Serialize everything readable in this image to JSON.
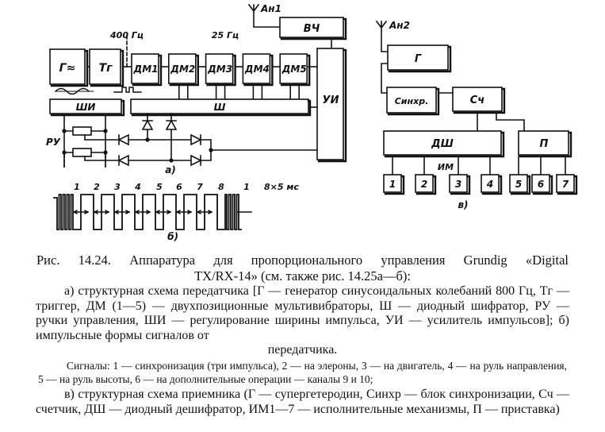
{
  "figure": {
    "transmitter": {
      "panel_label": "а)",
      "antenna_label": "Ан1",
      "blocks": {
        "generator": "Г≈",
        "trigger": "Тг",
        "multivibrators": [
          "ДМ1",
          "ДМ2",
          "ДМ3",
          "ДМ4",
          "ДМ5"
        ],
        "pulse_width": "ШИ",
        "encoder": "Ш",
        "amplifier": "УИ",
        "rf": "ВЧ"
      },
      "freq_labels": {
        "trigger_out": "400 Гц",
        "dm_chain": "25 Гц"
      },
      "controls_label": "РУ"
    },
    "waveform": {
      "panel_label": "б)",
      "pulse_numbers": [
        "1",
        "2",
        "3",
        "4",
        "5",
        "6",
        "7",
        "8",
        "1"
      ],
      "timing_label": "8×5 мс"
    },
    "receiver": {
      "panel_label": "в)",
      "antenna_label": "Ан2",
      "blocks": {
        "superhet": "Г",
        "sync": "Синхр.",
        "counter": "Сч",
        "decoder": "ДШ",
        "attachment": "П"
      },
      "actuators_label": "ИМ",
      "actuators": [
        "1",
        "2",
        "3",
        "4",
        "5",
        "6",
        "7"
      ]
    }
  },
  "caption": {
    "title_line1": "Рис. 14.24. Аппаратура для пропорционального управления Grundig «Digital",
    "title_line2": "TX/RX-14» (см. также рис. 14.25а—б):",
    "part_a": "а) структурная схема передатчика [Г — генератор синусоидальных колебаний 800 Гц, Тг — триггер, ДМ (1—5) — двухпозиционные мультивибраторы, Ш — диодный шифратор, РУ — ручки управления, ШИ — регулирование ширины импульса, УИ — усилитель импульсов]; б) импульсные формы сигналов от",
    "part_a_end": "передатчика.",
    "signals": "Сигналы: 1 — синхронизация (три импульса), 2 — на элероны, 3 — на двигатель, 4 — на руль направления, 5 — на руль высоты, 6 — на дополнительные операции — каналы 9 и 10;",
    "part_v": "в) структурная схема приемника (Г — супергетеродин, Синхр — блок синхронизации, Сч — счетчик, ДШ — диодный дешифратор, ИМ1—7 — исполнительные механизмы, П — приставка)",
    "part_v_end": ""
  }
}
